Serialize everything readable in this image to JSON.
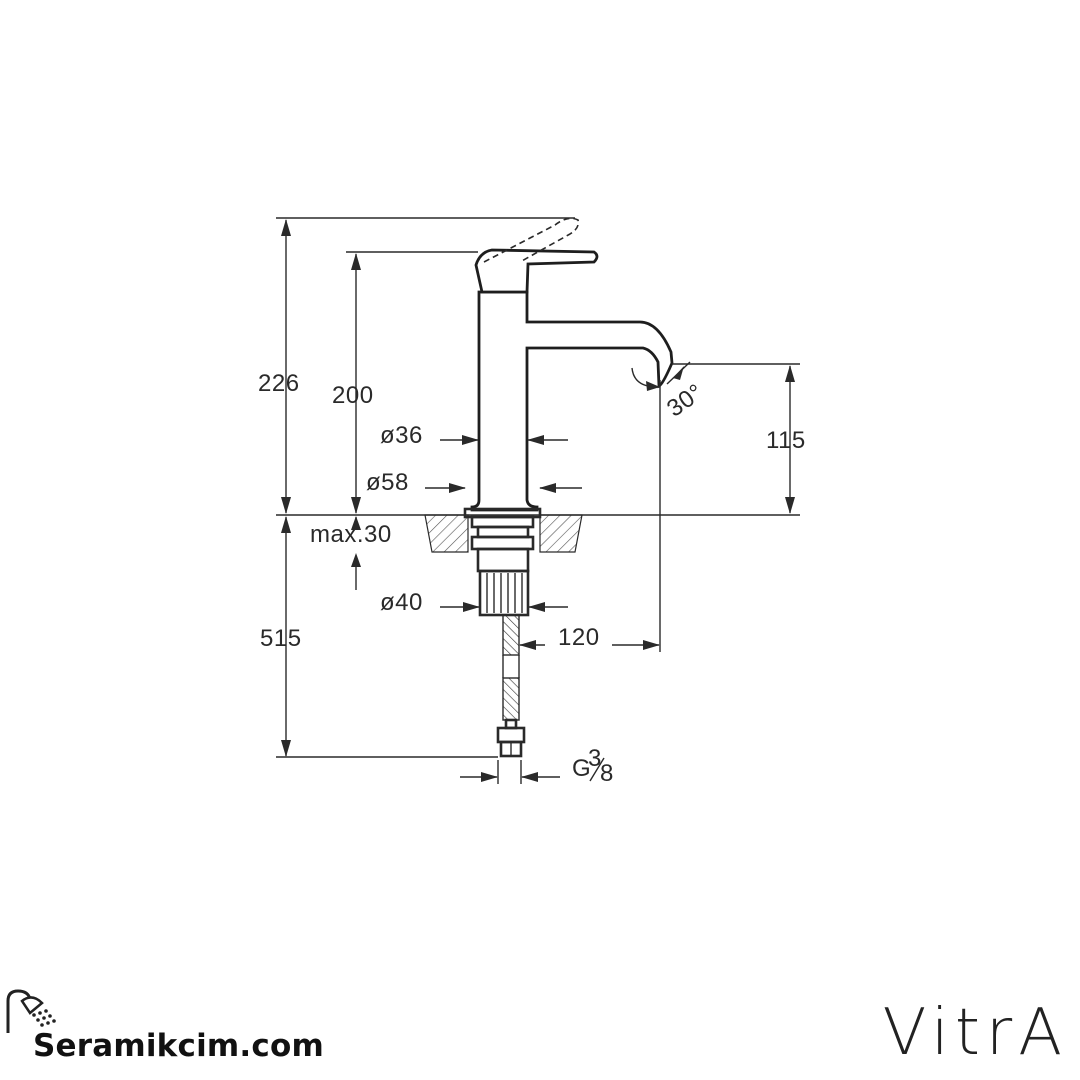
{
  "dimensions": {
    "total_height": "226",
    "body_height": "200",
    "body_diameter": "ø36",
    "base_diameter": "ø58",
    "spout_height": "115",
    "max_thickness": "max.30",
    "shank_diameter": "ø40",
    "hose_length": "515",
    "spout_reach": "120",
    "spout_angle": "30°",
    "connection": "G",
    "connection_num": "3",
    "connection_den": "8"
  },
  "brand": {
    "name": "Seramikcim.com",
    "icon": "shower-head-icon"
  },
  "manufacturer": {
    "logo_text": "VitrA"
  }
}
